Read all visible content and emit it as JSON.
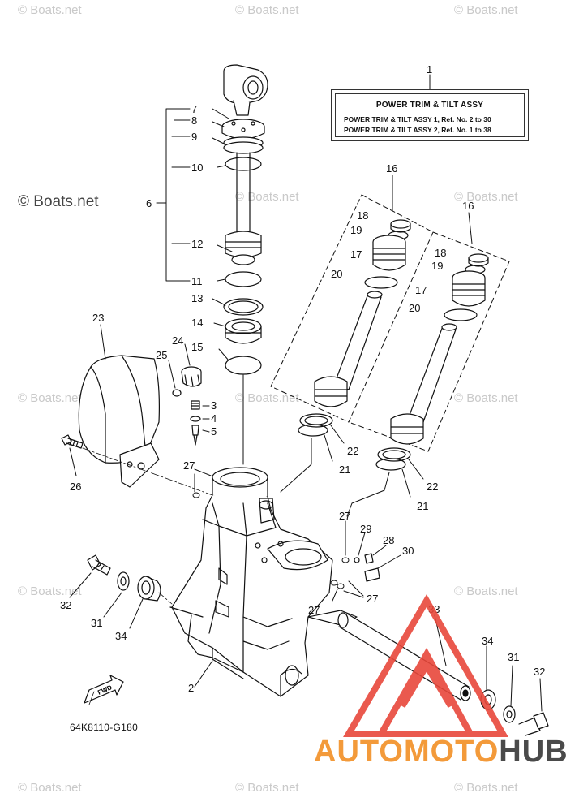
{
  "watermarks": {
    "text": "© Boats.net",
    "main": "© Boats.net"
  },
  "label": {
    "title": "POWER TRIM & TILT ASSY",
    "line1": "POWER TRIM & TILT ASSY 1,  Ref. No. 2  to  30",
    "line2": "POWER TRIM & TILT ASSY 2,  Ref. No. 1  to  38"
  },
  "diagram_code": "64K8110-G180",
  "fwd_label": "FWD",
  "logo": {
    "part1": "AUTOMOTO",
    "part2": "HUB",
    "accent_color": "#f39a3a",
    "dark_color": "#4a4a4a",
    "triangle_color": "#e8483b"
  },
  "callouts": {
    "n1": "1",
    "n2": "2",
    "n3": "3",
    "n4": "4",
    "n5": "5",
    "n6": "6",
    "n7": "7",
    "n8": "8",
    "n9": "9",
    "n10": "10",
    "n11": "11",
    "n12": "12",
    "n13": "13",
    "n14": "14",
    "n15": "15",
    "n16a": "16",
    "n16b": "16",
    "n17a": "17",
    "n17b": "17",
    "n18a": "18",
    "n18b": "18",
    "n19a": "19",
    "n19b": "19",
    "n20a": "20",
    "n20b": "20",
    "n21a": "21",
    "n21b": "21",
    "n22a": "22",
    "n22b": "22",
    "n23": "23",
    "n24": "24",
    "n25": "25",
    "n26": "26",
    "n27a": "27",
    "n27b": "27",
    "n27c": "27",
    "n27d": "27",
    "n28": "28",
    "n29": "29",
    "n30": "30",
    "n31a": "31",
    "n31b": "31",
    "n32a": "32",
    "n32b": "32",
    "n33": "33",
    "n34a": "34",
    "n34b": "34"
  }
}
